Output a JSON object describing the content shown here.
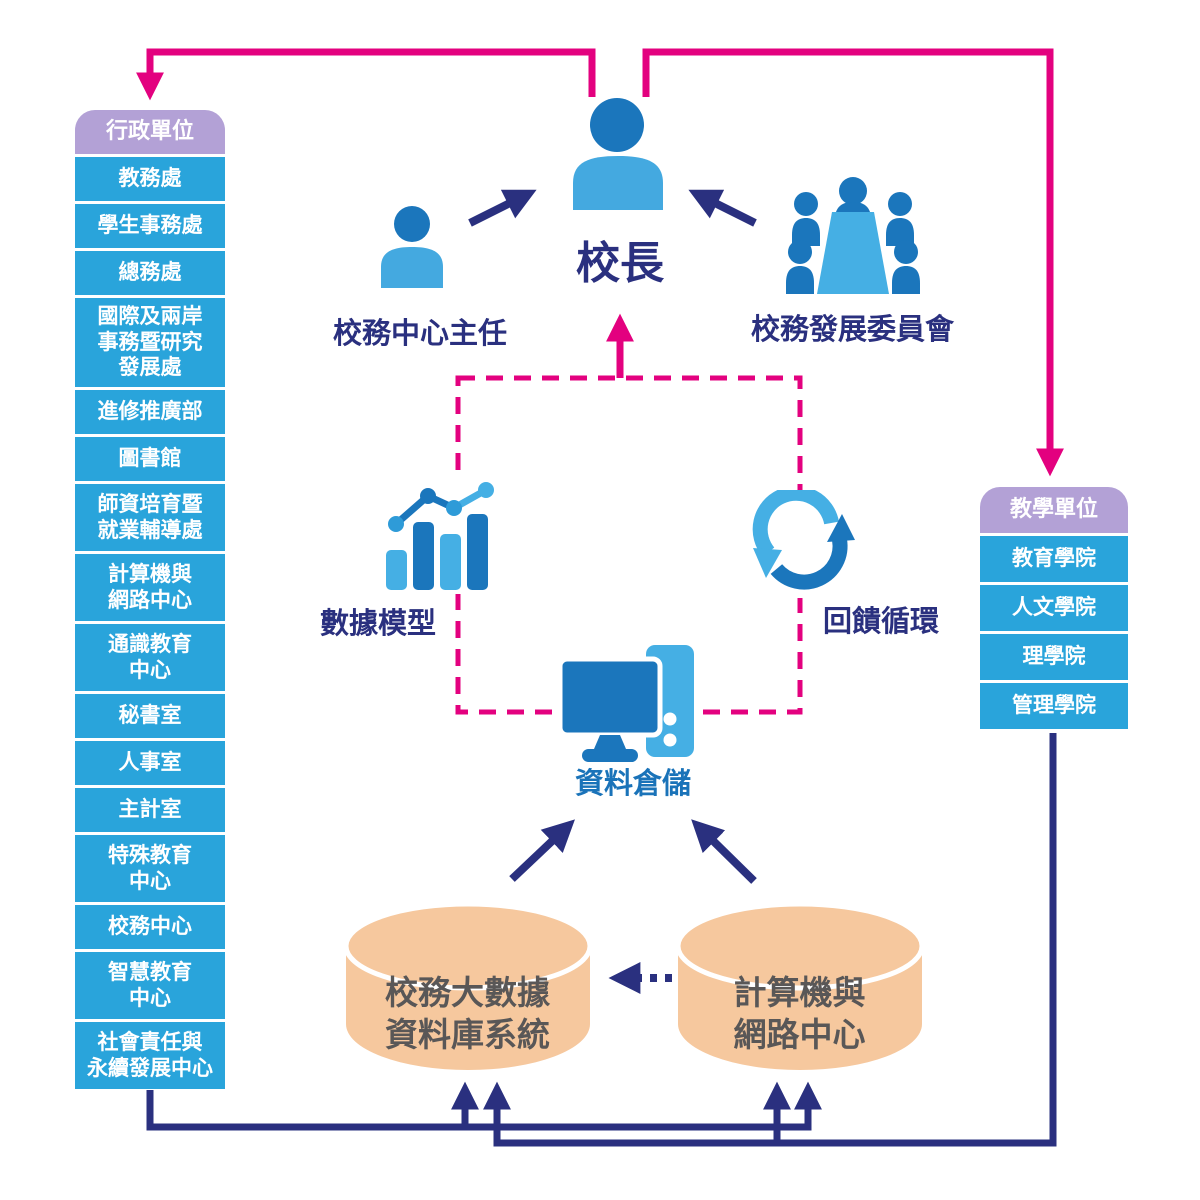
{
  "admin_units": {
    "header": "行政單位",
    "items": [
      "教務處",
      "學生事務處",
      "總務處",
      "國際及兩岸\n事務暨研究\n發展處",
      "進修推廣部",
      "圖書館",
      "師資培育暨\n就業輔導處",
      "計算機與\n網路中心",
      "通識教育\n中心",
      "秘書室",
      "人事室",
      "主計室",
      "特殊教育\n中心",
      "校務中心",
      "智慧教育\n中心",
      "社會責任與\n永續發展中心"
    ]
  },
  "teaching_units": {
    "header": "教學單位",
    "items": [
      "教育學院",
      "人文學院",
      "理學院",
      "管理學院"
    ]
  },
  "actors": {
    "principal": "校長",
    "center_director": "校務中心主任",
    "committee": "校務發展委員會"
  },
  "process": {
    "data_model": "數據模型",
    "feedback_loop": "回饋循環",
    "data_warehouse": "資料倉儲"
  },
  "databases": {
    "big_data_system": "校務大數據\n資料庫系統",
    "computer_center": "計算機與\n網路中心"
  },
  "colors": {
    "accent_magenta": "#E3017F",
    "navy": "#2A307F",
    "unit_blue": "#29A4DB",
    "header_purple": "#B3A1D6",
    "icon_dark_blue": "#1B76BC",
    "icon_light_blue": "#45AFE4",
    "cylinder_fill": "#F6C89E",
    "cylinder_text": "#595757",
    "warehouse_text": "#1A73B9"
  }
}
